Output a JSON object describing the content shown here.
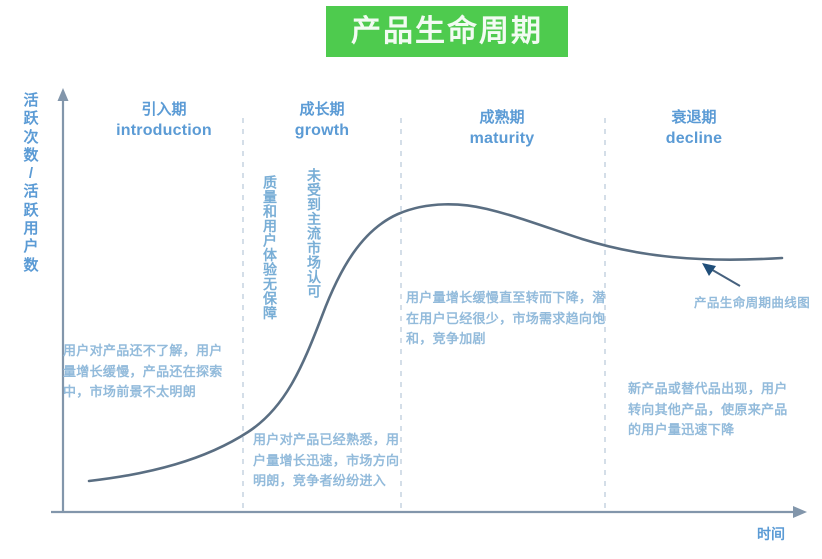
{
  "title": {
    "text": "产品生命周期",
    "banner_color": "#4ecb4e",
    "text_color": "#f2fbf2"
  },
  "axes": {
    "y_label": "活跃次数 / 活跃用户数",
    "x_label": "时间",
    "axis_color": "#7f9db9"
  },
  "stages": [
    {
      "cn": "引入期",
      "en": "introduction"
    },
    {
      "cn": "成长期",
      "en": "growth"
    },
    {
      "cn": "成熟期",
      "en": "maturity"
    },
    {
      "cn": "衰退期",
      "en": "decline"
    }
  ],
  "annotations": {
    "introduction": "用户对产品还不了解，用户量增长缓慢，产品还在探索中，市场前景不太明朗",
    "growth_bottom": "用户对产品已经熟悉，用户量增长迅速，市场方向明朗，竞争者纷纷进入",
    "growth_vertical_left": "质量和用户体验无保障",
    "growth_vertical_right": "未受到主流市场认可",
    "maturity": "用户量增长缓慢直至转而下降，潜在用户已经很少，市场需求趋向饱和，竞争加剧",
    "decline": "新产品或替代品出现，用户转向其他产品，使原来产品的用户量迅速下降",
    "curve_callout": "产品生命周期曲线图"
  },
  "colors": {
    "header_text": "#5b9bd5",
    "annotation_text": "#93bbdb",
    "curve": "#5a6e82",
    "divider": "#c9d6e2"
  },
  "chart_data": {
    "type": "line",
    "title": "产品生命周期",
    "xlabel": "时间",
    "ylabel": "活跃次数 / 活跃用户数",
    "grid": false,
    "legend": "none",
    "series": [
      {
        "name": "产品生命周期曲线图",
        "x": [
          0,
          5,
          10,
          15,
          20,
          25,
          30,
          35,
          40,
          45,
          50,
          55,
          60,
          65,
          70,
          75,
          80,
          85,
          90,
          95,
          100
        ],
        "y": [
          4,
          5,
          6,
          8,
          10,
          13,
          18,
          27,
          40,
          56,
          70,
          80,
          86,
          89,
          90,
          89,
          87,
          84,
          80,
          76,
          72
        ]
      }
    ],
    "phase_boundaries": [
      25,
      47,
      78
    ],
    "phases": [
      {
        "name": "引入期 introduction",
        "x_range": [
          0,
          25
        ]
      },
      {
        "name": "成长期 growth",
        "x_range": [
          25,
          47
        ]
      },
      {
        "name": "成熟期 maturity",
        "x_range": [
          47,
          78
        ]
      },
      {
        "name": "衰退期 decline",
        "x_range": [
          78,
          100
        ]
      }
    ],
    "xlim": [
      0,
      100
    ],
    "ylim": [
      0,
      100
    ]
  }
}
